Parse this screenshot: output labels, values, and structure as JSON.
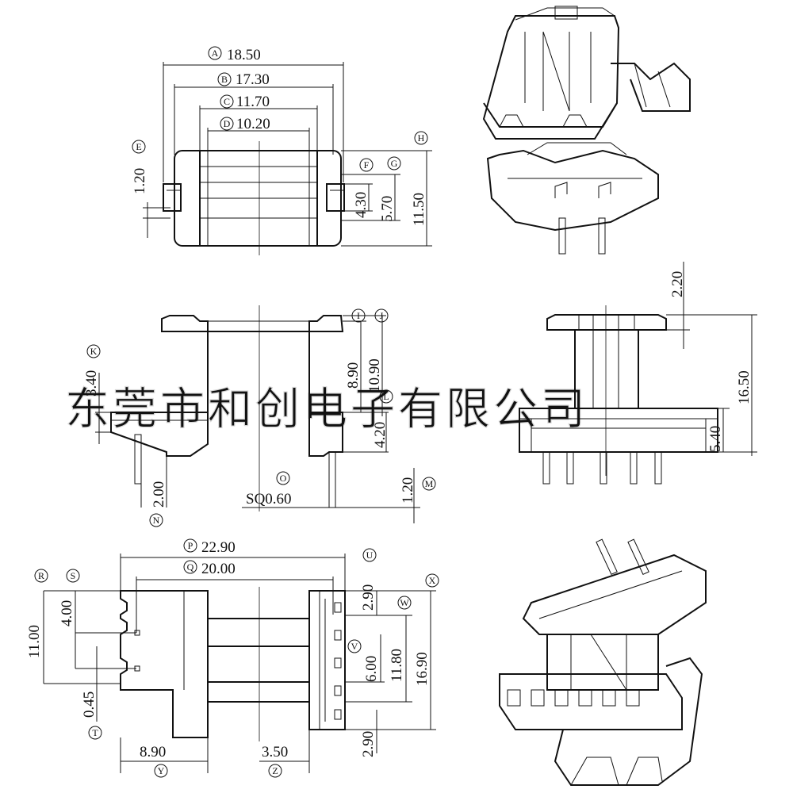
{
  "watermark": "东莞市和创电子有限公司",
  "top_view": {
    "dims": [
      {
        "letter": "A",
        "value": "18.50"
      },
      {
        "letter": "B",
        "value": "17.30"
      },
      {
        "letter": "C",
        "value": "11.70"
      },
      {
        "letter": "D",
        "value": "10.20"
      },
      {
        "letter": "E",
        "value": "1.20"
      },
      {
        "letter": "F",
        "value": "4.30"
      },
      {
        "letter": "G",
        "value": "5.70"
      },
      {
        "letter": "H",
        "value": "11.50"
      }
    ]
  },
  "front_view": {
    "dims": [
      {
        "letter": "I",
        "value": "8.90"
      },
      {
        "letter": "J",
        "value": "10.90"
      },
      {
        "letter": "K",
        "value": "3.40"
      },
      {
        "letter": "L",
        "value": "4.20"
      },
      {
        "letter": "M",
        "value": "1.20"
      },
      {
        "letter": "N",
        "value": "2.00"
      },
      {
        "letter": "O",
        "value": "SQ0.60"
      }
    ]
  },
  "side_view": {
    "dims": [
      {
        "letter": "",
        "value": "2.20"
      },
      {
        "letter": "",
        "value": "16.50"
      },
      {
        "letter": "",
        "value": "5.40"
      }
    ]
  },
  "bottom_view": {
    "dims": [
      {
        "letter": "P",
        "value": "22.90"
      },
      {
        "letter": "Q",
        "value": "20.00"
      },
      {
        "letter": "R",
        "value": "11.00"
      },
      {
        "letter": "S",
        "value": "4.00"
      },
      {
        "letter": "T",
        "value": "0.45"
      },
      {
        "letter": "U",
        "value": "2.90"
      },
      {
        "letter": "V",
        "value": "6.00"
      },
      {
        "letter": "W",
        "value": "11.80"
      },
      {
        "letter": "X",
        "value": "16.90"
      },
      {
        "letter": "Y",
        "value": "8.90"
      },
      {
        "letter": "Z",
        "value": "3.50"
      },
      {
        "letter": "",
        "value": "2.90"
      }
    ]
  }
}
